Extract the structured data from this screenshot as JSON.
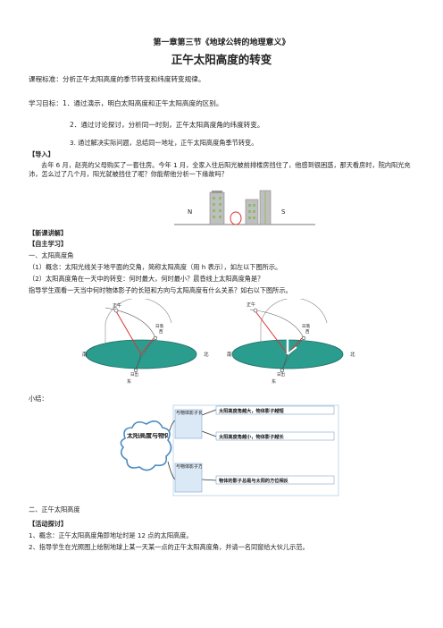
{
  "header": {
    "chapter_title": "第一章第三节《地球公转的地理意义》",
    "lesson_title": "正午太阳高度的转变"
  },
  "goals": {
    "standard": "课程标准：分析正午太阳高度的季节转变和纬度转变规律。",
    "objective_1": "学习目标：1．通过演示，明白太阳高度和正午太阳高度的区别。",
    "objective_2": "2．通过讨论探讨，分析同一时刻，正午太阳高度角的纬度转变。",
    "objective_3": "3. 通过解决实际问题，总结同一地址，正午太阳高度角季节转变。"
  },
  "intro": {
    "heading": "【导入】",
    "paragraph": "去年 6 月，赵亮的父母购买了一套住房。今年 1 月，全家入住后阳光被前排楼房挡住了，他感到很困惑，那天看房时，院内阳光充沛，怎么过了几个月，阳光就被挡住了呢？你能帮他分析一下缘故吗？",
    "figure_labels": {
      "north": "N",
      "south": "S"
    }
  },
  "new_lesson": {
    "heading": "【新课讲解】",
    "self_study": "【自主学习】",
    "section_1": "一、太阳高度角",
    "concept": "（1）概念：太阳光线关于地平面的交角，简称太阳高度（用 h 表示），如左以下图所示。",
    "daily_change": "（2）太阳高度角在一天中的转变：何时最大，何时最小？晨昏线上太阳高度角是？",
    "guide": "指导学生观看一天当中何时物体影子的长短和方向与太阳高度有什么关系？如右以下图所示。"
  },
  "sun_diagram": {
    "noon": "正午",
    "sunset": "日落",
    "west": "西",
    "sunrise": "日出",
    "east": "东",
    "south": "南",
    "north": "北"
  },
  "summary": {
    "label": "小结：",
    "center": "太阳高度与物体影子",
    "branch_top": "与物体影子长短的关系",
    "branch_bottom": "与物体影子方位的关系",
    "result_1": "太阳高度角越大，物体影子越短",
    "result_2": "太阳高度角越小，物体影子越长",
    "result_3": "物体的影子总是与太阳的方位相反",
    "colors": {
      "cloud": "#4a8bc2",
      "box_fill": "#dbe8f5"
    }
  },
  "section_2": {
    "title": "二、正午太阳高度",
    "activity_heading": "【活动探讨】",
    "item_1": "1、概念：正午太阳高度角即地址时是 12 点的太阳高度。",
    "item_2": "2、指导学生在光照图上绘制地球上某一天某一点的正午太阳高度角，并请一名同窗给大伙儿示范。"
  }
}
